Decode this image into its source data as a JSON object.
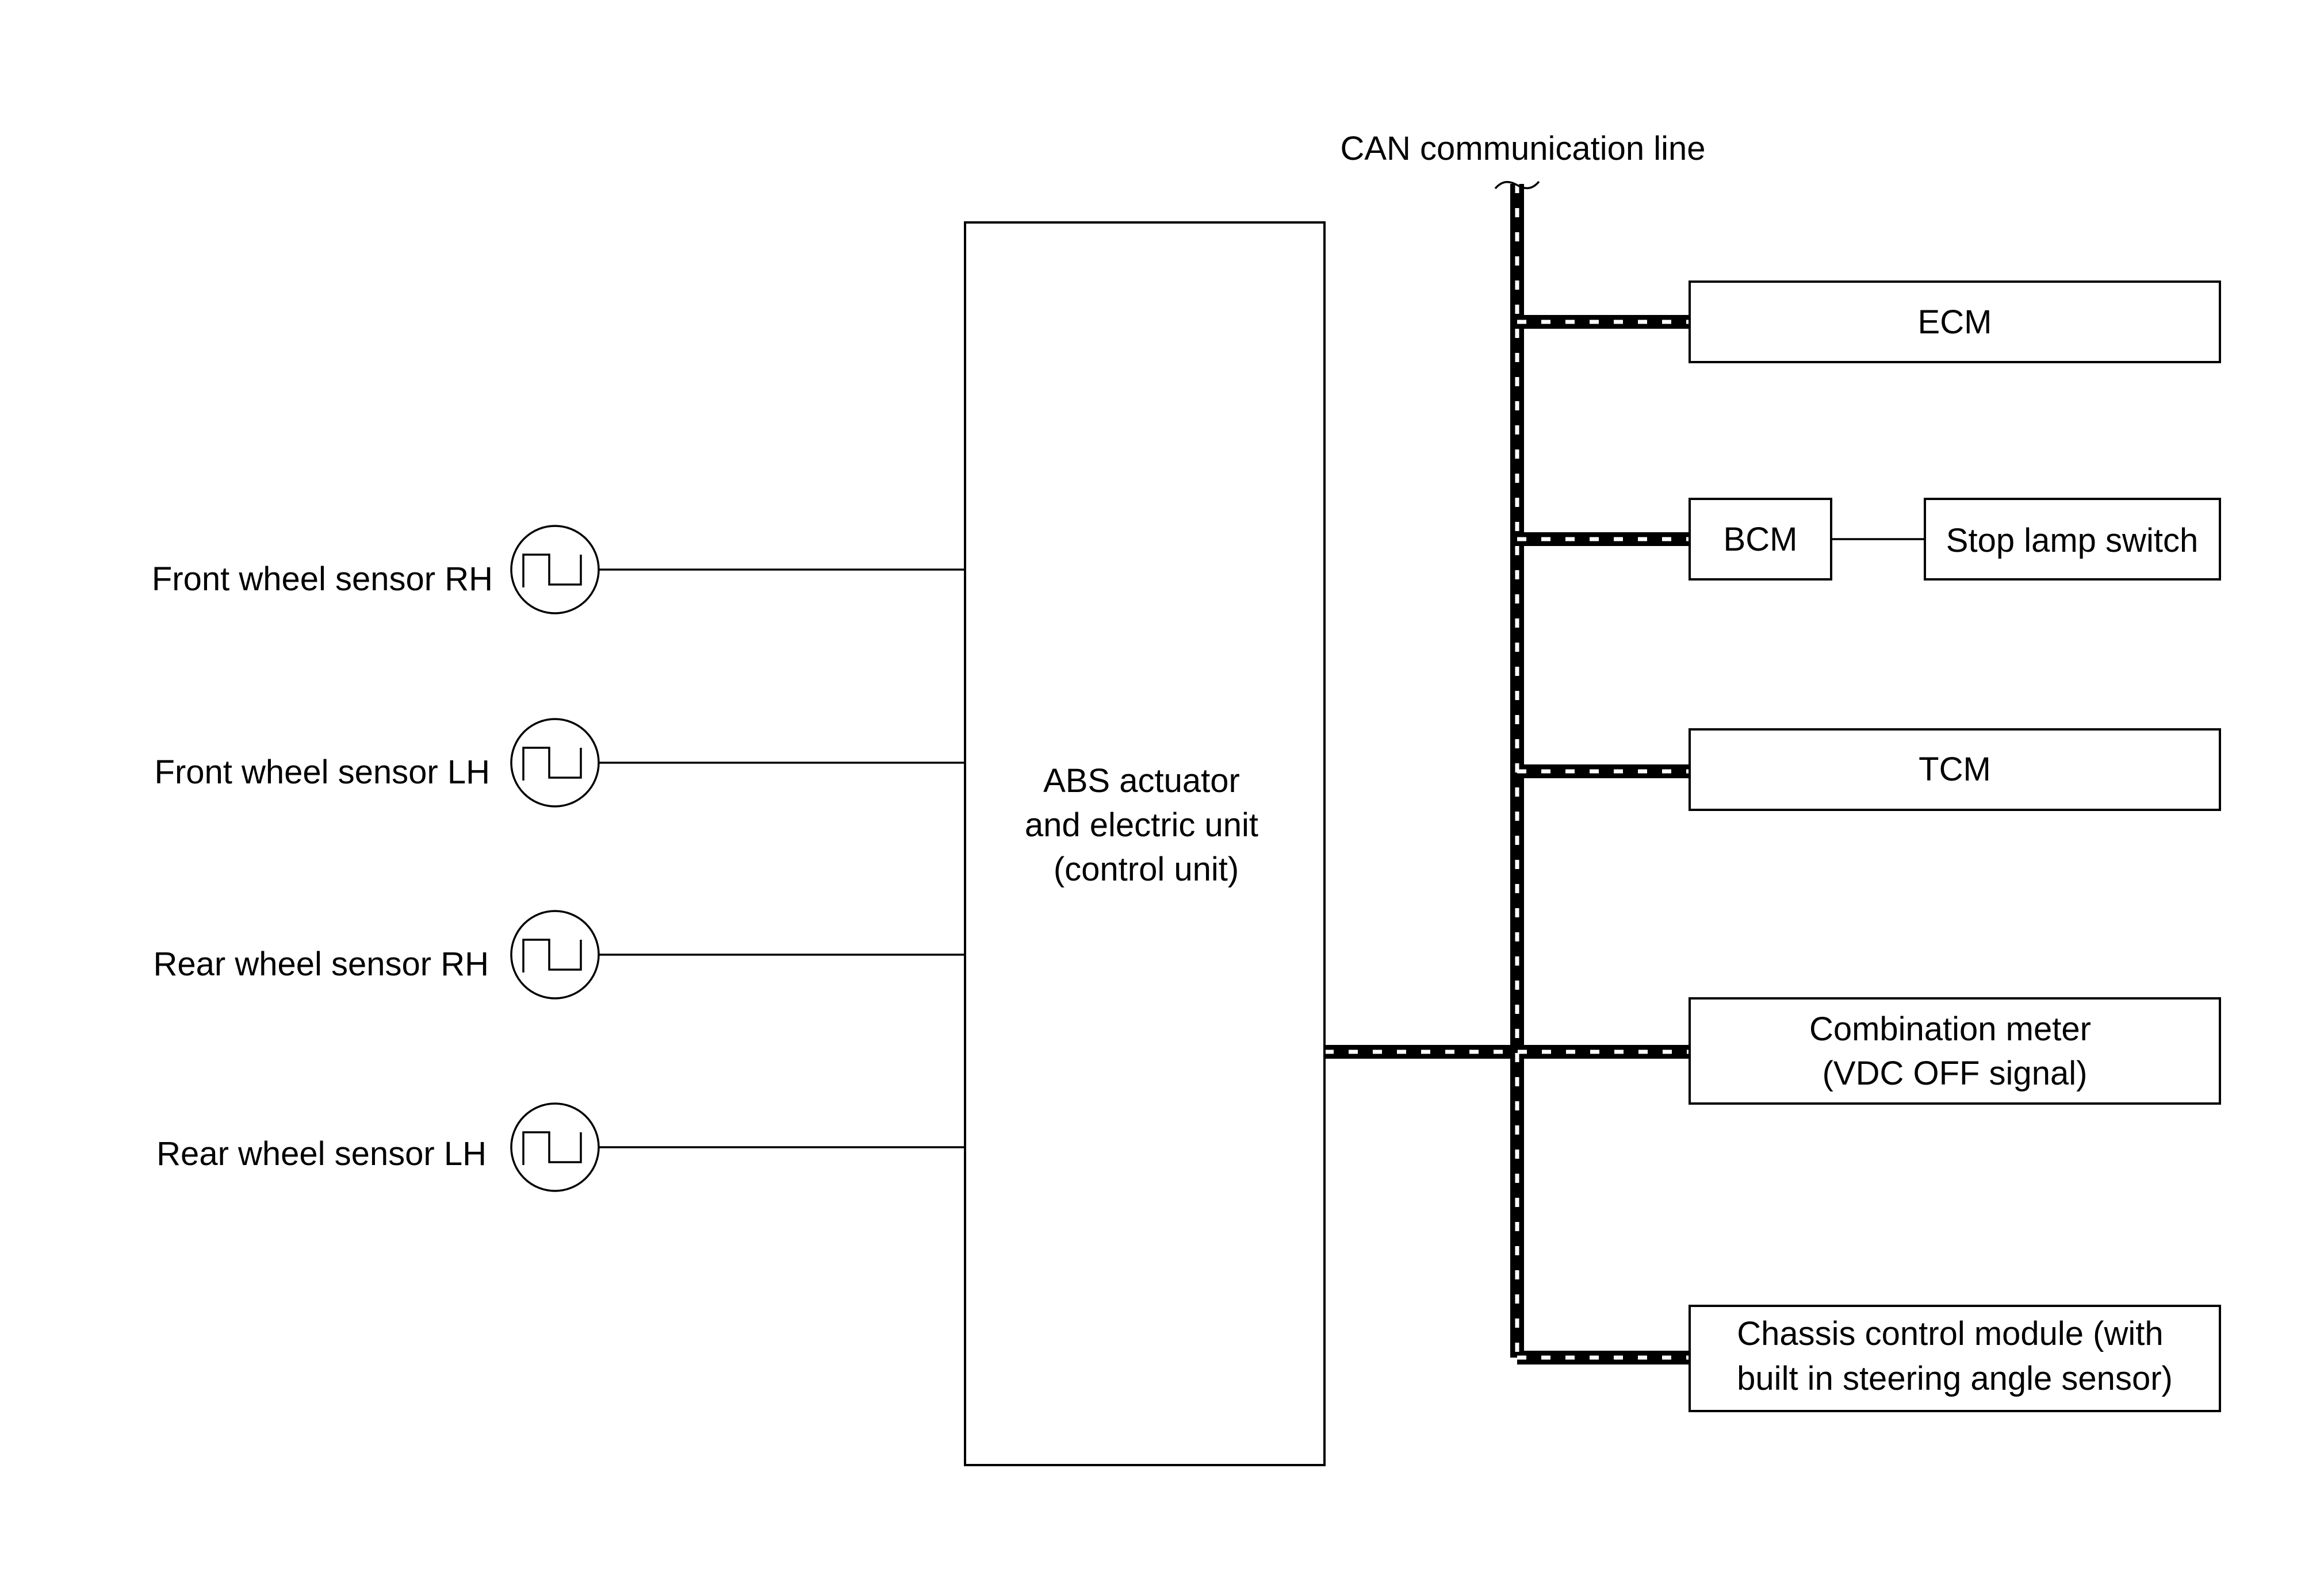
{
  "can_line": {
    "label": "CAN communication line"
  },
  "abs_unit": {
    "line1": "ABS actuator",
    "line2": "and electric unit",
    "line3": "(control unit)"
  },
  "sensors": [
    {
      "label": "Front wheel sensor RH"
    },
    {
      "label": "Front wheel sensor LH"
    },
    {
      "label": "Rear wheel sensor RH"
    },
    {
      "label": "Rear wheel sensor LH"
    }
  ],
  "modules": {
    "ecm": {
      "label": "ECM"
    },
    "bcm": {
      "label": "BCM"
    },
    "stop_lamp_switch": {
      "label": "Stop lamp switch"
    },
    "tcm": {
      "label": "TCM"
    },
    "combination_meter": {
      "line1": "Combination meter",
      "line2": "(VDC OFF signal)"
    },
    "chassis_control_module": {
      "line1": "Chassis control module (with",
      "line2": "built in steering angle sensor)"
    }
  },
  "colors": {
    "line": "#000000",
    "background": "#ffffff"
  }
}
